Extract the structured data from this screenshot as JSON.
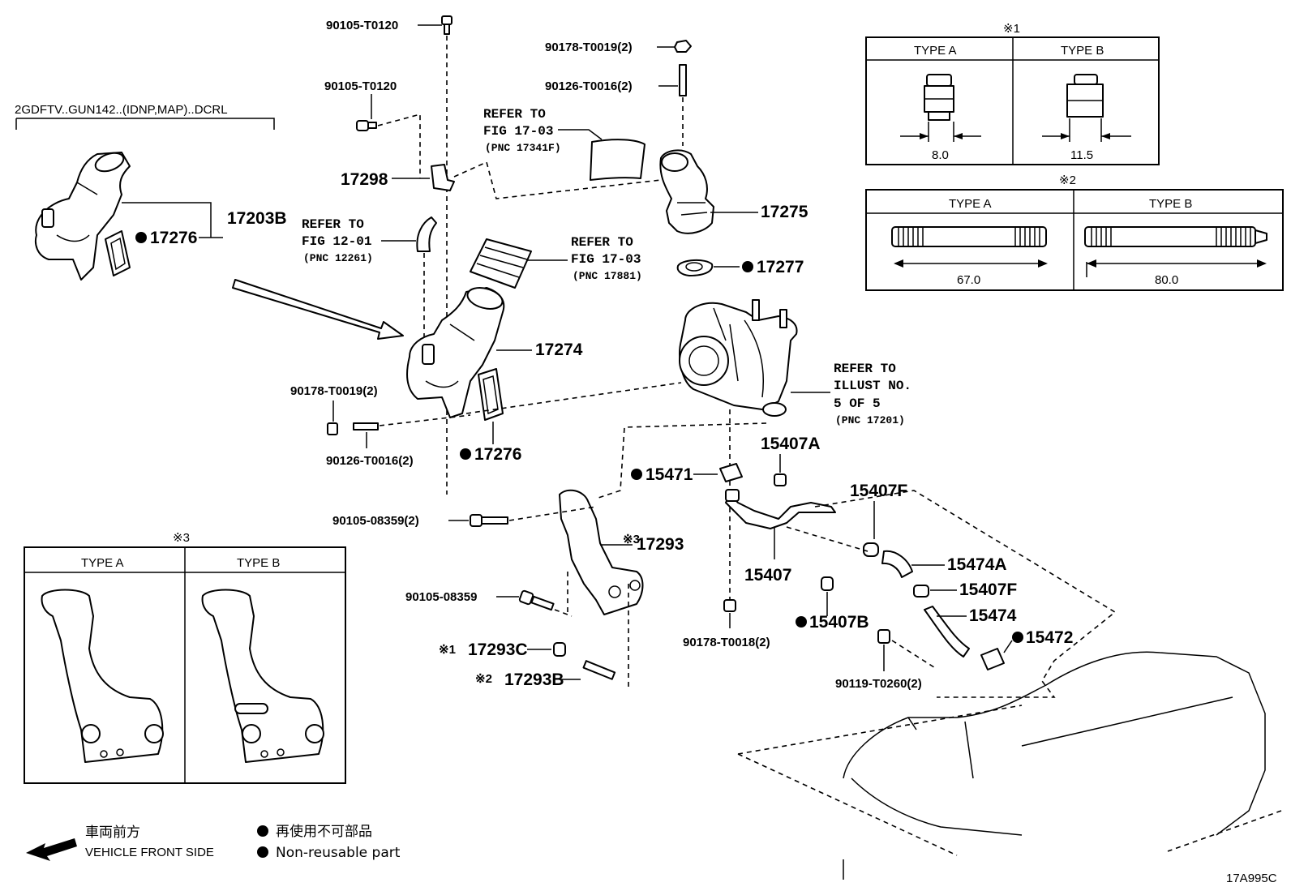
{
  "notes": {
    "model_code": "2GDFTV..GUN142..(IDNP,MAP)..DCRL",
    "illustration_id": "17A995C"
  },
  "callouts": {
    "p_90105_T0120_top": "90105-T0120",
    "p_90105_T0120": "90105-T0120",
    "p_90178_T0019_top": "90178-T0019(2)",
    "p_90126_T0016_top": "90126-T0016(2)",
    "p_17298": "17298",
    "p_17203B": "17203B",
    "p_17276_top": "17276",
    "p_17275": "17275",
    "p_17277": "17277",
    "p_17274": "17274",
    "p_90178_T0019_mid": "90178-T0019(2)",
    "p_90126_T0016_mid": "90126-T0016(2)",
    "p_17276_mid": "17276",
    "p_15407A": "15407A",
    "p_15471": "15471",
    "p_15407F_top": "15407F",
    "p_90105_08359_2": "90105-08359(2)",
    "p_17293": "17293",
    "p_15474A": "15474A",
    "p_15407": "15407",
    "p_15407F_mid": "15407F",
    "p_90105_08359": "90105-08359",
    "p_15474": "15474",
    "p_15407B": "15407B",
    "p_15472": "15472",
    "p_90178_T0018": "90178-T0018(2)",
    "p_17293C": "17293C",
    "p_90119_T0260": "90119-T0260(2)",
    "p_17293B": "17293B",
    "mark1": "※1",
    "mark2": "※2",
    "mark3": "※3"
  },
  "references": [
    {
      "line1": "REFER TO",
      "line2": "FIG 17-03",
      "line3": "(PNC 17341F)"
    },
    {
      "line1": "REFER TO",
      "line2": "FIG 12-01",
      "line3": "(PNC 12261)"
    },
    {
      "line1": "REFER TO",
      "line2": "FIG 17-03",
      "line3": "(PNC 17881)"
    },
    {
      "line1": "REFER TO",
      "line2": "ILLUST NO.",
      "line3": "5 OF 5",
      "line4": "(PNC 17201)"
    }
  ],
  "table1": {
    "mark": "※1",
    "type_a": "TYPE A",
    "type_b": "TYPE B",
    "dim_a": "8.0",
    "dim_b": "11.5"
  },
  "table2": {
    "mark": "※2",
    "type_a": "TYPE A",
    "type_b": "TYPE B",
    "dim_a": "67.0",
    "dim_b": "80.0"
  },
  "table3": {
    "mark": "※3",
    "type_a": "TYPE A",
    "type_b": "TYPE B"
  },
  "legend": {
    "front_jp": "車両前方",
    "front_en": "VEHICLE FRONT SIDE",
    "nonreuse_jp": "再使用不可部品",
    "nonreuse_en": "Non-reusable part"
  },
  "colors": {
    "line": "#000000",
    "background": "#ffffff"
  }
}
